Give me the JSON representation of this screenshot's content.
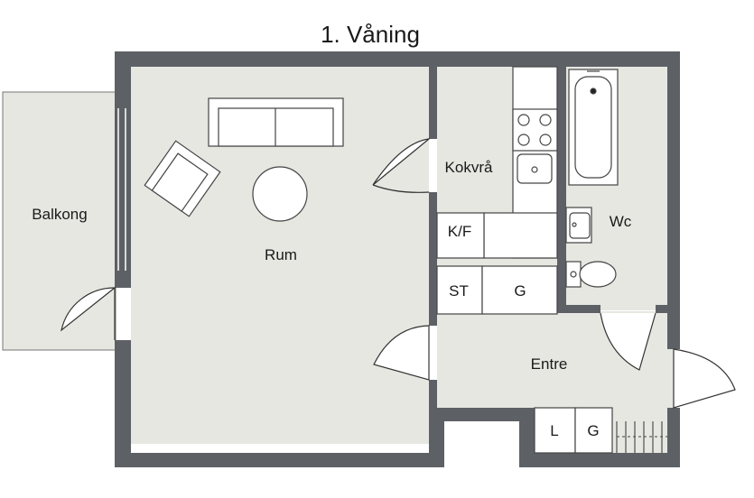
{
  "title": "1. Våning",
  "rooms": {
    "balkong": "Balkong",
    "rum": "Rum",
    "kokvra": "Kokvrå",
    "wc": "Wc",
    "entre": "Entre"
  },
  "fixtures": {
    "kf": "K/F",
    "st": "ST",
    "g_kitchen": "G",
    "l": "L",
    "g_entre": "G"
  },
  "colors": {
    "wall": "#5d6166",
    "floor": "#e6e7e1",
    "fixture_fill": "#ffffff",
    "line": "#3a3a3a"
  }
}
